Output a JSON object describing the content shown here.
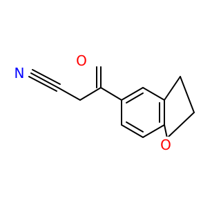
{
  "molecule": {
    "atoms": {
      "nitrogen": {
        "symbol": "N",
        "color": "#0000ff"
      },
      "carbonyl_oxygen": {
        "symbol": "O",
        "color": "#ff0000"
      },
      "ring_oxygen": {
        "symbol": "O",
        "color": "#ff0000"
      }
    },
    "bond_color": "#000000"
  }
}
